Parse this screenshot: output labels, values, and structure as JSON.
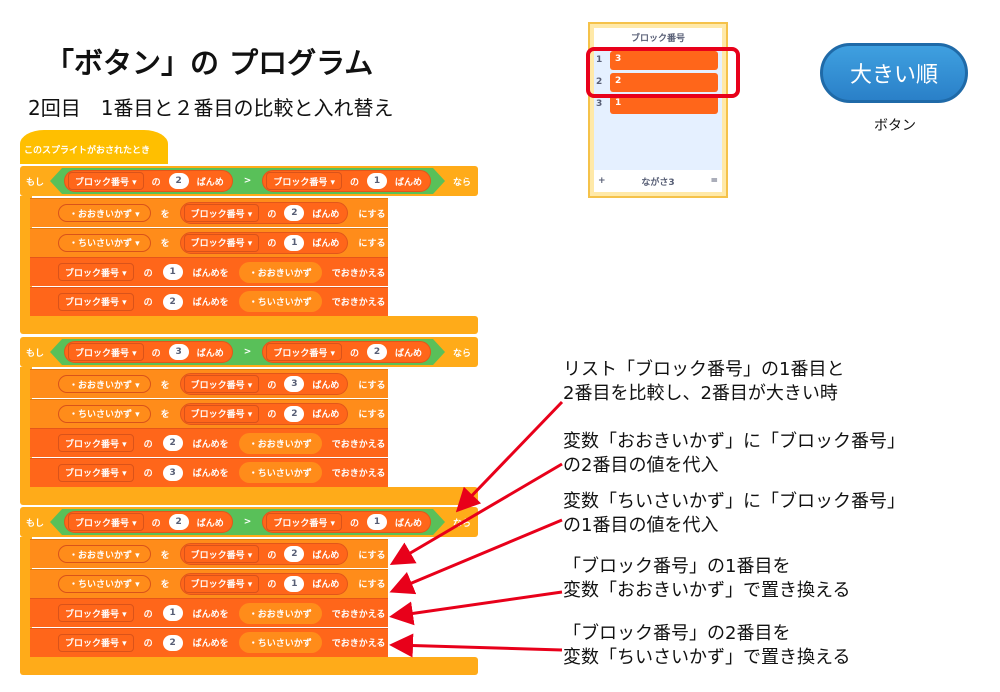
{
  "title": "「ボタン」の プログラム",
  "subtitle": "2回目　1番目と２番目の比較と入れ替え",
  "hat_label": "このスプライトがおされたとき",
  "words": {
    "if": "もし",
    "then": "なら",
    "of": "の",
    "nth": "ばんめ",
    "gt": ">",
    "to": "を",
    "set": "にする",
    "nth_to": "ばんめを",
    "replace": "でおきかえる",
    "list": "ブロック番号 ▾"
  },
  "vars": {
    "big": "・おおきいかず",
    "small": "・ちいさいかず",
    "big_dd": "・おおきいかず ▾",
    "small_dd": "・ちいさいかず ▾"
  },
  "if_blocks": [
    {
      "left": "2",
      "right": "1",
      "big_idx": "2",
      "small_idx": "1",
      "rep1_idx": "1",
      "rep2_idx": "2"
    },
    {
      "left": "3",
      "right": "2",
      "big_idx": "3",
      "small_idx": "2",
      "rep1_idx": "2",
      "rep2_idx": "3"
    },
    {
      "left": "2",
      "right": "1",
      "big_idx": "2",
      "small_idx": "1",
      "rep1_idx": "1",
      "rep2_idx": "2"
    }
  ],
  "list_monitor": {
    "title": "ブロック番号",
    "items": [
      {
        "index": "1",
        "value": "3"
      },
      {
        "index": "2",
        "value": "2"
      },
      {
        "index": "3",
        "value": "1"
      }
    ],
    "add": "+",
    "length": "ながさ3",
    "resize": "="
  },
  "button": {
    "label": "大きい順",
    "caption": "ボタン"
  },
  "annotations": [
    [
      "リスト「ブロック番号」の1番目と",
      "2番目を比較し、2番目が大きい時"
    ],
    [
      "変数「おおきいかず」に「ブロック番号」",
      "の2番目の値を代入"
    ],
    [
      "変数「ちいさいかず」に「ブロック番号」",
      "の1番目の値を代入"
    ],
    [
      "「ブロック番号」の1番目を",
      "変数「おおきいかず」で置き換える"
    ],
    [
      "「ブロック番号」の2番目を",
      "変数「ちいさいかず」で置き換える"
    ]
  ],
  "colors": {
    "event": "#FFBF00",
    "control": "#FFAB19",
    "operator": "#59C059",
    "variable": "#FF8C1A",
    "list": "#FF661A",
    "highlight": "#e8001a"
  }
}
